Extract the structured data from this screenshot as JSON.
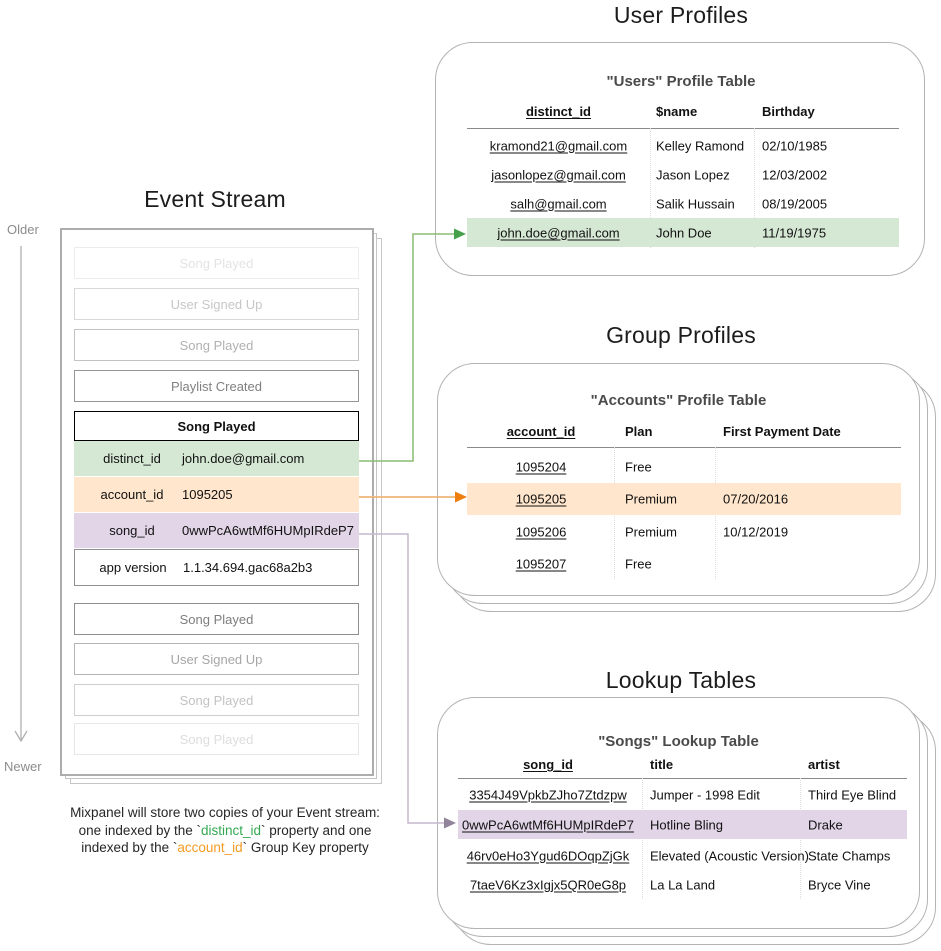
{
  "colors": {
    "green_fill": "#d5e8d4",
    "green_line": "#8bbb72",
    "green_head": "#46a04b",
    "orange_fill": "#ffe6cc",
    "orange_line": "#eeb576",
    "orange_head": "#ee7e0d",
    "purple_fill": "#e1d5e7",
    "purple_line": "#c6b7ce",
    "purple_head": "#90839a",
    "green_text": "#33a852",
    "orange_text": "#f59b23",
    "axis_gray": "#b0b0b0"
  },
  "event_stream": {
    "title": "Event Stream",
    "older_label": "Older",
    "newer_label": "Newer",
    "events_above": [
      "Song Played",
      "User Signed Up",
      "Song Played",
      "Playlist Created"
    ],
    "events_below": [
      "Song Played",
      "User Signed Up",
      "Song Played",
      "Song Played"
    ],
    "detail": {
      "title": "Song Played",
      "rows": [
        {
          "key": "distinct_id",
          "value": "john.doe@gmail.com"
        },
        {
          "key": "account_id",
          "value": "1095205"
        },
        {
          "key": "song_id",
          "value": "0wwPcA6wtMf6HUMpIRdeP7"
        },
        {
          "key": "app version",
          "value": "1.1.34.694.gac68a2b3"
        }
      ]
    },
    "caption": {
      "line1": "Mixpanel will store two copies of your Event stream:",
      "line2_pre": "one indexed by the `",
      "line2_code": "distinct_id",
      "line2_post": "` property and one",
      "line3_pre": "indexed by the `",
      "line3_code": "account_id",
      "line3_post": "` Group Key property"
    }
  },
  "user_profiles": {
    "section_title": "User Profiles",
    "table_title": "\"Users\" Profile Table",
    "columns": [
      "distinct_id",
      "$name",
      "Birthday"
    ],
    "rows": [
      [
        "kramond21@gmail.com",
        "Kelley Ramond",
        "02/10/1985"
      ],
      [
        "jasonlopez@gmail.com",
        "Jason Lopez",
        "12/03/2002"
      ],
      [
        "salh@gmail.com",
        "Salik Hussain",
        "08/19/2005"
      ],
      [
        "john.doe@gmail.com",
        "John Doe",
        "11/19/1975"
      ]
    ],
    "highlighted_row_index": 3
  },
  "group_profiles": {
    "section_title": "Group Profiles",
    "table_title": "\"Accounts\" Profile Table",
    "columns": [
      "account_id",
      "Plan",
      "First Payment Date"
    ],
    "rows": [
      [
        "1095204",
        "Free",
        ""
      ],
      [
        "1095205",
        "Premium",
        "07/20/2016"
      ],
      [
        "1095206",
        "Premium",
        "10/12/2019"
      ],
      [
        "1095207",
        "Free",
        ""
      ]
    ],
    "highlighted_row_index": 1
  },
  "lookup_tables": {
    "section_title": "Lookup Tables",
    "table_title": "\"Songs\" Lookup Table",
    "columns": [
      "song_id",
      "title",
      "artist"
    ],
    "rows": [
      [
        "3354J49VpkbZJho7Ztdzpw",
        "Jumper - 1998 Edit",
        "Third Eye Blind"
      ],
      [
        "0wwPcA6wtMf6HUMpIRdeP7",
        "Hotline Bling",
        "Drake"
      ],
      [
        "46rv0eHo3Ygud6DOqpZjGk",
        "Elevated (Acoustic Version)",
        "State Champs"
      ],
      [
        "7taeV6Kz3xIgjx5QR0eG8p",
        "La La Land",
        "Bryce Vine"
      ]
    ],
    "highlighted_row_index": 1
  }
}
